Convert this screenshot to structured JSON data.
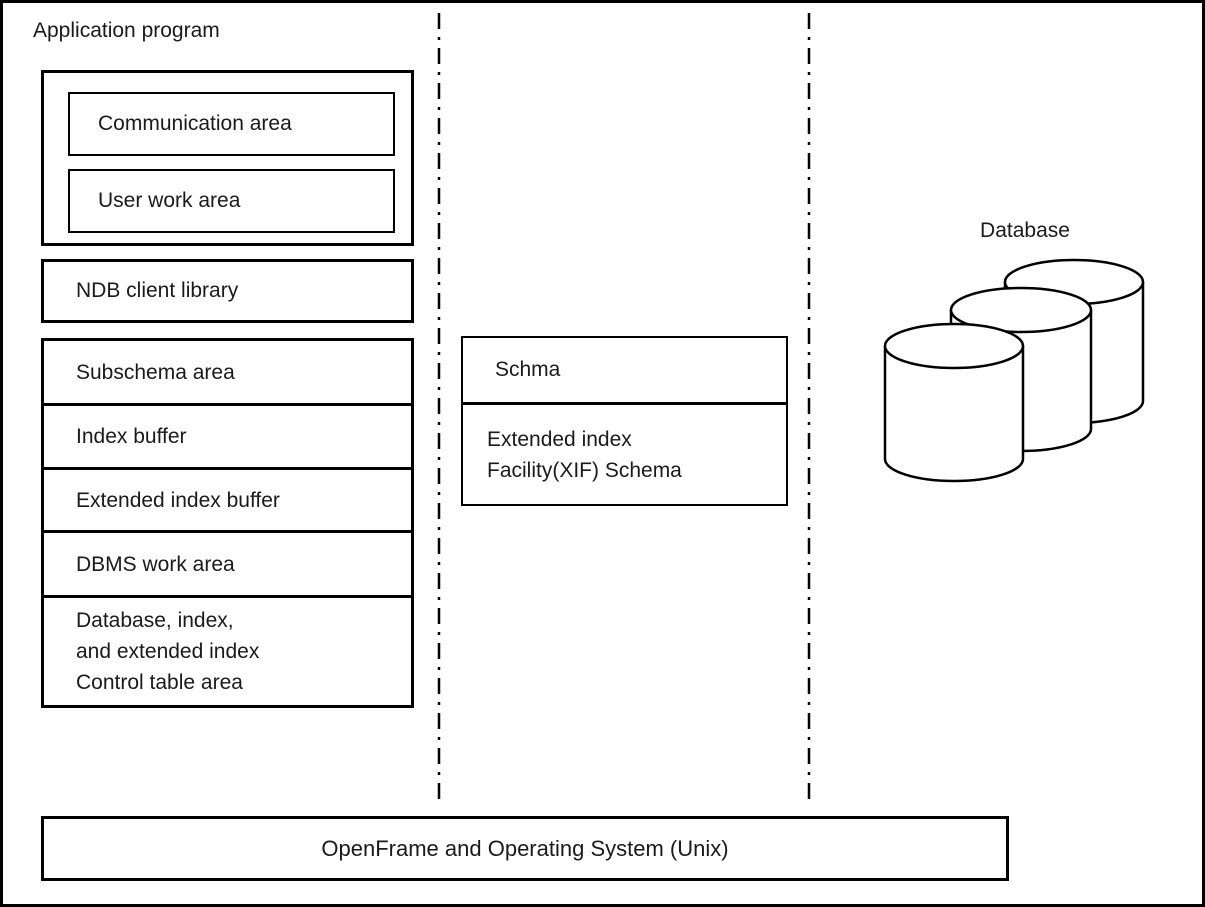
{
  "page": {
    "background": "#ffffff",
    "line_color": "#000000"
  },
  "application": {
    "title": "Application program",
    "areas": {
      "communication": "Communication area",
      "user_work": "User work area"
    },
    "ndb_library": "NDB client library",
    "memory_rows": [
      "Subschema area",
      "Index buffer",
      "Extended index buffer",
      "DBMS work area",
      "Database, index,\nand extended index\nControl table area"
    ]
  },
  "schema": {
    "header": "Schma",
    "body": "Extended index\nFacility(XIF) Schema"
  },
  "database": {
    "label": "Database"
  },
  "platform": {
    "label": "OpenFrame and Operating System (Unix)"
  }
}
